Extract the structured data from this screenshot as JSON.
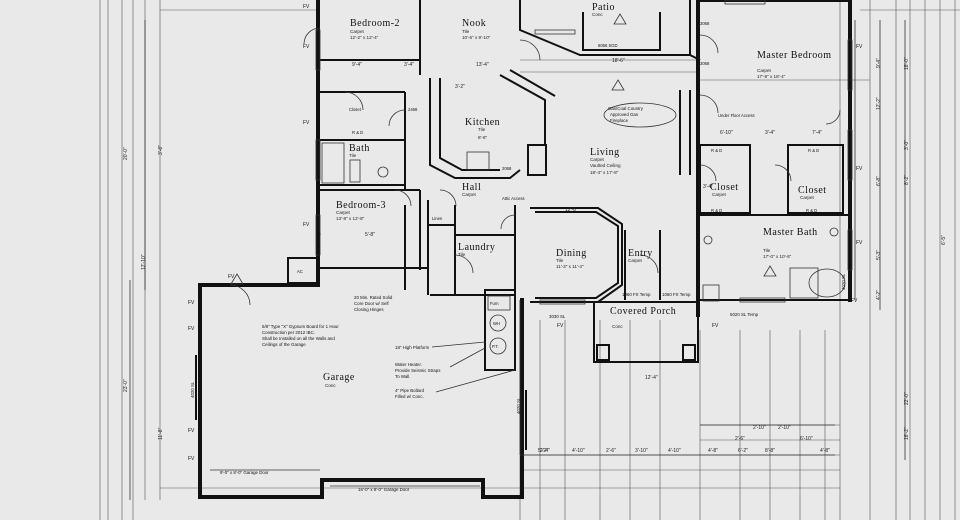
{
  "rooms": {
    "bedroom2": {
      "name": "Bedroom-2",
      "floor": "Carpet",
      "size": "12'-2\" x 12'-4\""
    },
    "nook": {
      "name": "Nook",
      "floor": "Tile",
      "size": "10'-6\" x 9'-10\""
    },
    "patio": {
      "name": "Patio",
      "floor": "Conc"
    },
    "master_bedroom": {
      "name": "Master Bedroom",
      "floor": "Carpet",
      "size": "17'-8\" x 18'-4\""
    },
    "kitchen": {
      "name": "Kitchen",
      "floor": "Tile",
      "size": "8'-8\""
    },
    "bath": {
      "name": "Bath",
      "floor": "Tile"
    },
    "living": {
      "name": "Living",
      "floor": "Carpet",
      "ceiling": "Vaulted Ceiling",
      "size": "18'-4\" x 17'-8\""
    },
    "closet_left": {
      "name": "Closet",
      "floor": "Carpet"
    },
    "closet_right": {
      "name": "Closet",
      "floor": "Carpet"
    },
    "hall": {
      "name": "Hall",
      "floor": "Carpet"
    },
    "bedroom3": {
      "name": "Bedroom-3",
      "floor": "Carpet",
      "size": "13'-8\" x 12'-8\""
    },
    "master_bath": {
      "name": "Master Bath",
      "floor": "Tile",
      "size": "17'-0\" x 10'-6\""
    },
    "laundry": {
      "name": "Laundry",
      "floor": "Tile"
    },
    "dining": {
      "name": "Dining",
      "floor": "Tile",
      "size": "11'-3\" x 11'-4\""
    },
    "entry": {
      "name": "Entry",
      "floor": "Carpet"
    },
    "covered_porch": {
      "name": "Covered Porch",
      "floor": "Conc"
    },
    "garage": {
      "name": "Garage",
      "floor": "Conc"
    }
  },
  "labels": {
    "closet_small": "Closet",
    "linen": "Linen",
    "ac": "AC",
    "furn": "Furn",
    "wh": "WH",
    "pt": "P.T.",
    "fv": "FV",
    "nook_area": "6066 SGD",
    "door_3068": "3068",
    "door_2468": "2468",
    "door_2068": "2068",
    "attic": "Attic Access",
    "underfloor": "Under Floor Access",
    "rdg": "R & D"
  },
  "notes": {
    "fireplace": [
      "Gas/Coal Country",
      "Approved Gas",
      "Fireplace"
    ],
    "door": [
      "20 Min. Rated Solid",
      "Core Door w/ Self",
      "Closing Hinges"
    ],
    "board": [
      "5/8\" Type \"X\" Gypsum Board for 1 Hour",
      "Construction per 2012 IBC.",
      "Shall be Installed on all the Walls and",
      "Ceilings of the Garage"
    ],
    "platform": "18\" High Platform",
    "heater": [
      "Water Heater.",
      "Provide Seismic Straps",
      "To Wall."
    ],
    "bollard": [
      "4\" Pipe Bollard",
      "Filled w/ Conc."
    ],
    "garage_door1": "9'-0\" x 8'-0\" Garage Door",
    "garage_door2": "16'-0\" x 8'-0\" Garage Door",
    "window_4020_a": "4020 SL",
    "window_4020_b": "4020 SL",
    "window_4020_c": "4020 SL",
    "window_5030": "3030 SL",
    "fix_1": "1060 FX Temp",
    "fix_2": "1060 FX Temp",
    "fix_3": "5020 SL Temp",
    "fix_4": "4020 SL Temp"
  },
  "dims": {
    "d1": "9'-4\"",
    "d2": "3'-4\"",
    "d3": "13'-4\"",
    "d4": "18'-6\"",
    "d5": "12'-8\"",
    "d6": "6'-10\"",
    "d7": "3'-4\"",
    "d8": "7'-4\"",
    "d9": "3'-2\"",
    "d10": "3'-4\"",
    "d11": "5'-8\"",
    "d12": "4'-10\"",
    "d13": "2'-4\"",
    "d14": "2'-6\"",
    "d15": "3'-10\"",
    "d16": "4'-10\"",
    "d17": "2'-6\"",
    "d18": "6'-2\"",
    "d19": "4'-8\"",
    "d20": "8'-8\"",
    "d21": "2'-10\"",
    "d22": "2'-10\"",
    "d23": "6'-10\"",
    "d24": "4'-8\"",
    "d25": "12'-4\"",
    "d26": "5'-2\"",
    "d27": "23'-0\"",
    "d28": "11'-8\"",
    "d29": "12'-10\"",
    "d30": "3'-8\"",
    "d31": "20'-0\"",
    "d32": "22'-0\"",
    "d33": "16'-2\"",
    "d34": "9'-4\"",
    "d35": "12'-2\"",
    "d36": "6'-8\"",
    "d37": "5'-3\"",
    "d38": "4'-2\"",
    "d39": "18'-0\"",
    "d40": "3'-0\"",
    "d41": "8'-2\"",
    "d42": "6'-5\""
  }
}
